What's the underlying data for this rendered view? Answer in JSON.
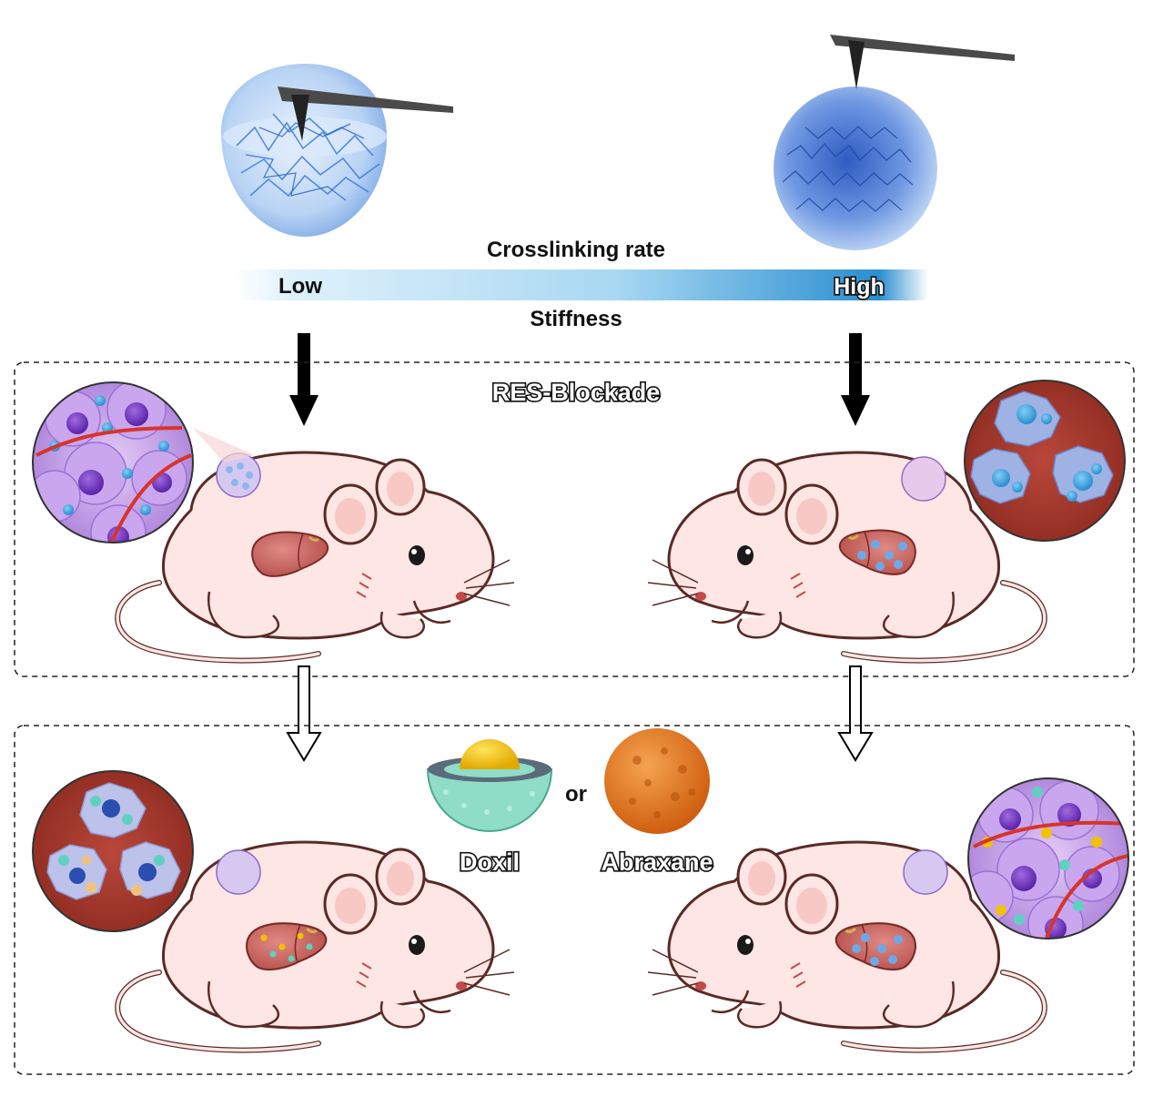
{
  "header": {
    "top_label": "Crosslinking rate",
    "bottom_label": "Stiffness",
    "low_label": "Low",
    "high_label": "High",
    "gradient_colors": [
      "#ffffff",
      "#c6e6f6",
      "#2b8fcf"
    ]
  },
  "panels": {
    "upper_title": "RES-Blockade"
  },
  "nanomedicines": {
    "doxil_label": "Doxil",
    "or_label": "or",
    "abraxane_label": "Abraxane"
  },
  "colors": {
    "hydrogel_soft": "#a9c9f0",
    "hydrogel_stiff": "#3f6fd1",
    "mouse_body": "#fde6e4",
    "mouse_outline": "#5a2a26",
    "liver": "#c8615c",
    "tumor_cell": "#b38ae3",
    "macrophage": "#8da3dc",
    "tissue_red": "#a23a2c",
    "doxil_shell": "#8fdcc7",
    "doxil_core": "#f2c200",
    "abraxane": "#e47a20"
  },
  "icons": [
    "afm-cantilever-icon",
    "hydrogel-sphere-icon",
    "mouse-icon",
    "liver-icon",
    "tumor-zoom-icon",
    "macrophage-zoom-icon",
    "liposome-icon",
    "albumin-nanoparticle-icon"
  ]
}
